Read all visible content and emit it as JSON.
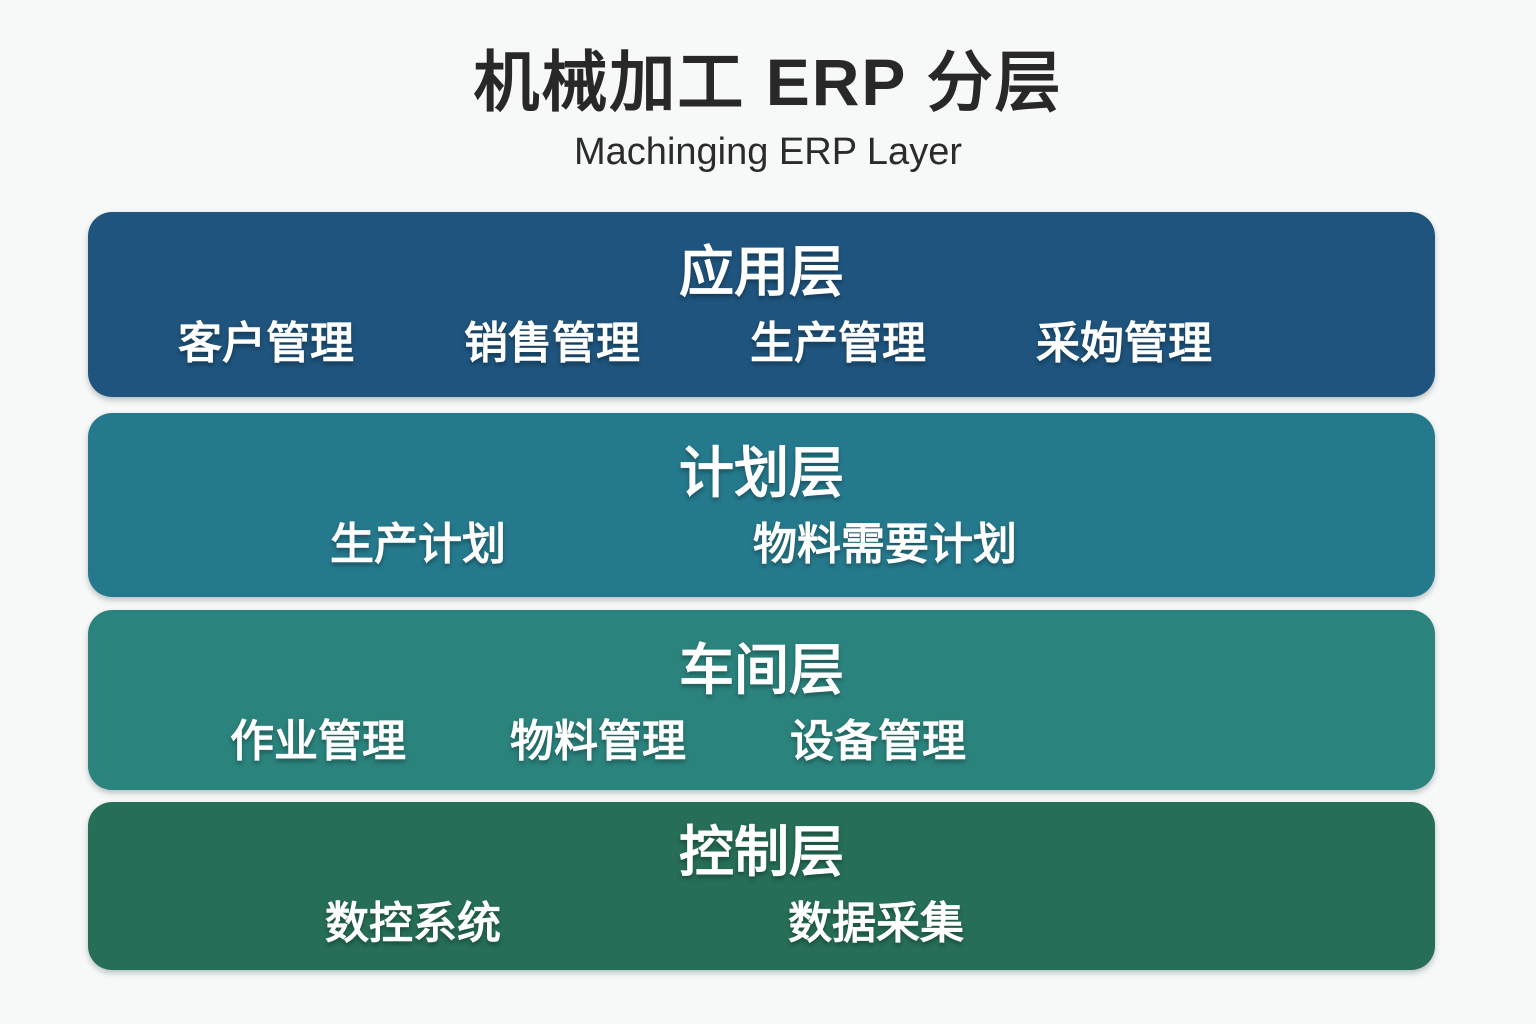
{
  "title": "机械加工 ERP 分层",
  "subtitle": "Machinging ERP Layer",
  "colors": {
    "background": "#f7f8f8",
    "title_text": "#282828",
    "layer_text": "#ffffff",
    "application_layer": "#1e547d",
    "planning_layer": "#25798c",
    "workshop_layer": "#2b837d",
    "control_layer": "#266e58"
  },
  "layers": [
    {
      "label": "应用层",
      "color": "#1e547d",
      "items": [
        "客户管理",
        "销售管理",
        "生产管理",
        "采姁管理"
      ]
    },
    {
      "label": "计划层",
      "color": "#25798c",
      "items": [
        "生产计划",
        "物料需要计划"
      ]
    },
    {
      "label": "车间层",
      "color": "#2b837d",
      "items": [
        "作业管理",
        "物料管理",
        "设备管理"
      ]
    },
    {
      "label": "控制层",
      "color": "#266e58",
      "items": [
        "数控系统",
        "数据采集"
      ]
    }
  ]
}
